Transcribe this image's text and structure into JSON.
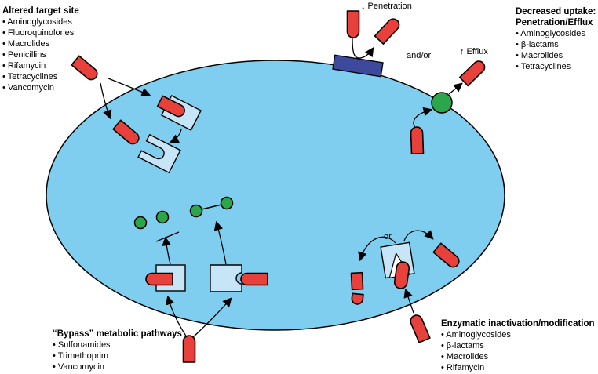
{
  "colors": {
    "cell_fill": "#7FCEF0",
    "antibiotic_red": "#E8413B",
    "target_blue": "#C6E5F7",
    "porin_navy": "#3D4A9C",
    "pump_green": "#2BA64B",
    "text": "#000000"
  },
  "labels": {
    "penetration": "↓ Penetration",
    "and_or": "and/or",
    "efflux": "↑ Efflux",
    "or": "or"
  },
  "lists": {
    "altered_target": {
      "title": "Altered target site",
      "items": [
        "Aminoglycosides",
        "Fluoroquinolones",
        "Macrolides",
        "Penicillins",
        "Rifamycin",
        "Tetracyclines",
        "Vancomycin"
      ]
    },
    "decreased_uptake": {
      "title_line1": "Decreased uptake:",
      "title_line2": "Penetration/Efflux",
      "items": [
        "Aminoglycosides",
        "β-lactams",
        "Macrolides",
        "Tetracyclines"
      ]
    },
    "bypass": {
      "title": "“Bypass” metabolic pathways",
      "items": [
        "Sulfonamides",
        "Trimethoprim",
        "Vancomycin"
      ]
    },
    "enzymatic": {
      "title": "Enzymatic inactivation/modification",
      "items": [
        "Aminoglycosides",
        "β-lactams",
        "Macrolides",
        "Rifamycin"
      ]
    }
  }
}
